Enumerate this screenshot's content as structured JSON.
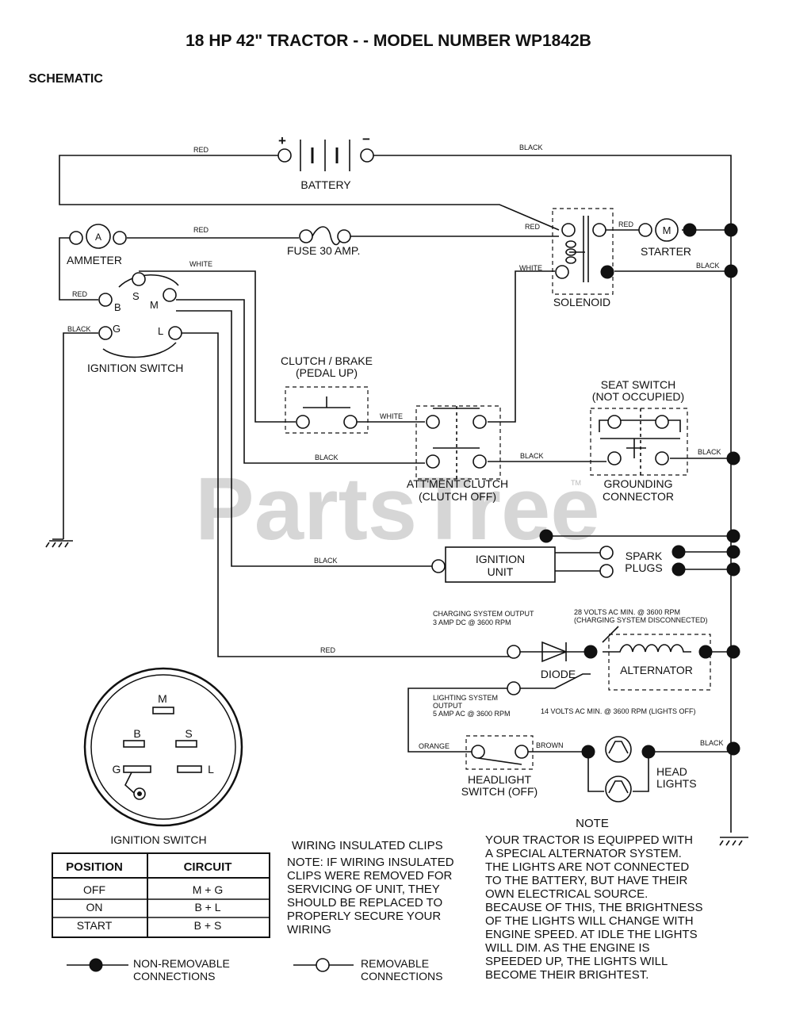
{
  "title": "18 HP 42\" TRACTOR - - MODEL NUMBER WP1842B",
  "subtitle": "SCHEMATIC",
  "watermark": "PartsTree",
  "watermark_tm": "TM",
  "components": {
    "battery": "BATTERY",
    "battery_plus": "+",
    "battery_minus": "−",
    "ammeter": "AMMETER",
    "ammeter_symbol": "A",
    "fuse": "FUSE 30 AMP.",
    "starter": "STARTER",
    "starter_symbol": "M",
    "solenoid": "SOLENOID",
    "ignition_switch": "IGNITION SWITCH",
    "clutch_brake_1": "CLUTCH / BRAKE",
    "clutch_brake_2": "(PEDAL UP)",
    "seat_switch_1": "SEAT SWITCH",
    "seat_switch_2": "(NOT OCCUPIED)",
    "attment_clutch_1": "ATT'MENT CLUTCH",
    "attment_clutch_2": "(CLUTCH OFF)",
    "grounding_connector_1": "GROUNDING",
    "grounding_connector_2": "CONNECTOR",
    "ignition_unit_1": "IGNITION",
    "ignition_unit_2": "UNIT",
    "spark_plugs_1": "SPARK",
    "spark_plugs_2": "PLUGS",
    "diode": "DIODE",
    "alternator": "ALTERNATOR",
    "headlight_switch_1": "HEADLIGHT",
    "headlight_switch_2": "SWITCH (OFF)",
    "head_lights_1": "HEAD",
    "head_lights_2": "LIGHTS"
  },
  "terminals": {
    "b": "B",
    "s": "S",
    "m": "M",
    "g": "G",
    "l": "L"
  },
  "wires": {
    "red": "RED",
    "black": "BLACK",
    "white": "WHITE",
    "orange": "ORANGE",
    "brown": "BROWN"
  },
  "annotations": {
    "charging_output_1": "CHARGING SYSTEM OUTPUT",
    "charging_output_2": "3 AMP DC @ 3600 RPM",
    "volts28_1": "28 VOLTS AC MIN. @ 3600 RPM",
    "volts28_2": "(CHARGING SYSTEM DISCONNECTED)",
    "lighting_output_1": "LIGHTING SYSTEM",
    "lighting_output_2": "OUTPUT",
    "lighting_output_3": "5 AMP AC @ 3600 RPM",
    "volts14": "14 VOLTS AC MIN. @ 3600 RPM (LIGHTS OFF)"
  },
  "switch_detail": {
    "title": "IGNITION SWITCH",
    "table": {
      "headers": [
        "POSITION",
        "CIRCUIT"
      ],
      "rows": [
        [
          "OFF",
          "M + G"
        ],
        [
          "ON",
          "B + L"
        ],
        [
          "START",
          "B + S"
        ]
      ]
    }
  },
  "clips_note": {
    "title": "WIRING INSULATED CLIPS",
    "lines": [
      "NOTE: IF WIRING INSULATED",
      "CLIPS WERE REMOVED FOR",
      "SERVICING OF UNIT, THEY",
      "SHOULD BE REPLACED TO",
      "PROPERLY SECURE YOUR",
      "WIRING"
    ]
  },
  "note": {
    "title": "NOTE",
    "lines": [
      "YOUR TRACTOR IS EQUIPPED WITH",
      "A SPECIAL ALTERNATOR SYSTEM.",
      "THE LIGHTS ARE NOT CONNECTED",
      "TO THE BATTERY, BUT HAVE THEIR",
      "OWN ELECTRICAL SOURCE.",
      "BECAUSE OF THIS, THE BRIGHTNESS",
      "OF THE LIGHTS WILL CHANGE WITH",
      "ENGINE SPEED.  AT IDLE THE LIGHTS",
      "WILL DIM.  AS THE ENGINE IS",
      "SPEEDED UP, THE LIGHTS WILL",
      "BECOME THEIR BRIGHTEST."
    ]
  },
  "legend": {
    "non_removable_1": "NON-REMOVABLE",
    "non_removable_2": "CONNECTIONS",
    "removable_1": "REMOVABLE",
    "removable_2": "CONNECTIONS"
  }
}
